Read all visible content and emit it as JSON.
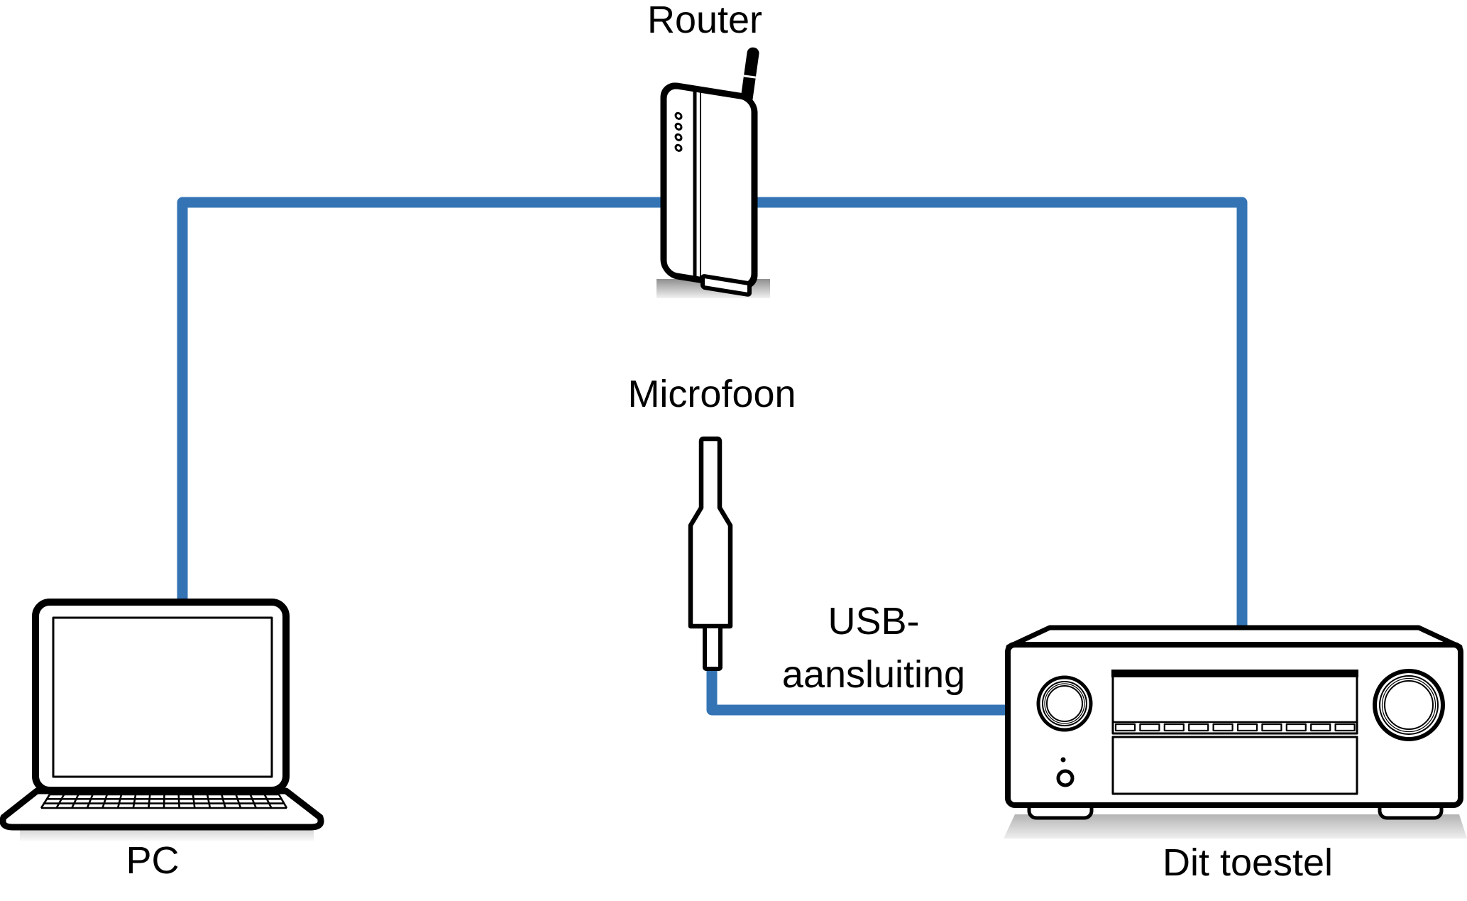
{
  "diagram": {
    "type": "connection-diagram",
    "background": "#ffffff",
    "cable_color": "#3474b5",
    "outline_color": "#000000",
    "shadow_color": "#9e9e9e",
    "nodes": {
      "router": {
        "label": "Router"
      },
      "pc": {
        "label": "PC"
      },
      "microphone": {
        "label": "Microfoon"
      },
      "receiver": {
        "label": "Dit toestel"
      },
      "usb_port": {
        "label_line1": "USB-",
        "label_line2": "aansluiting"
      }
    },
    "connections": [
      {
        "from": "pc",
        "to": "router",
        "style": "blue-cable"
      },
      {
        "from": "router",
        "to": "receiver",
        "style": "blue-cable"
      },
      {
        "from": "microphone",
        "to": "receiver-usb-port",
        "style": "blue-cable"
      }
    ]
  }
}
